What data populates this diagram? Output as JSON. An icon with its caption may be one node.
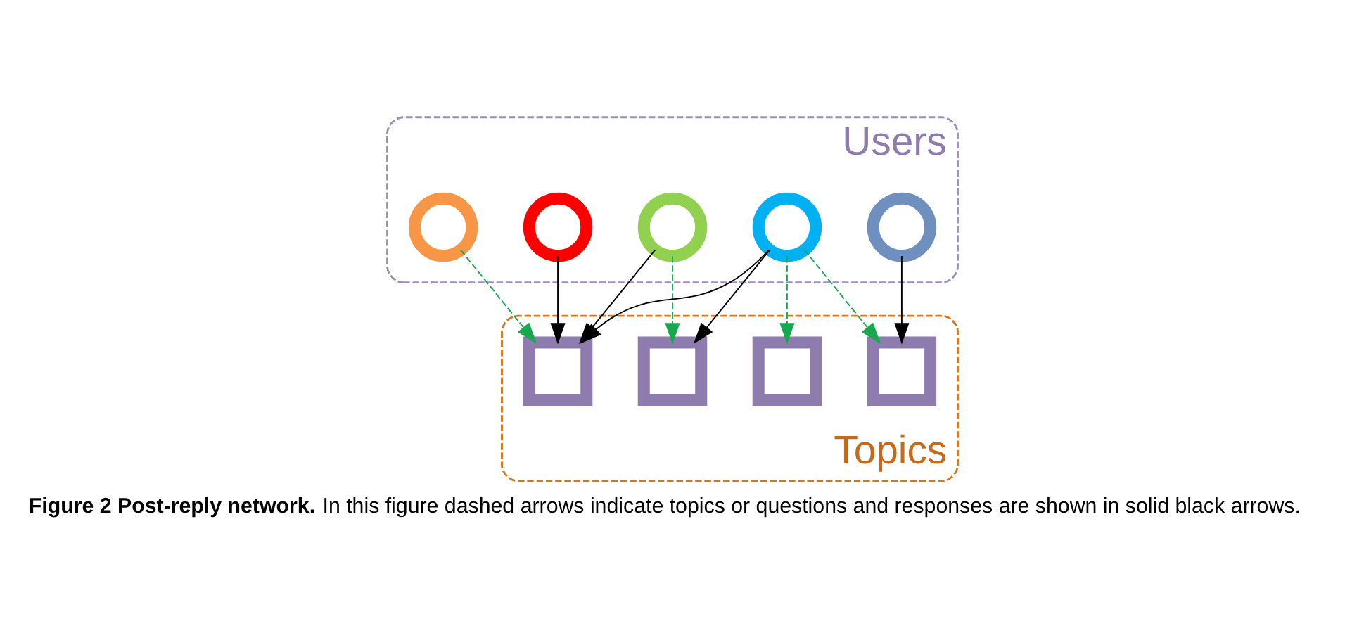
{
  "diagram": {
    "caption": "**Figure 2 Post-reply network.** In this figure dashed arrows indicate topics or questions and responses are shown in solid black arrows.",
    "nodes": [
      {
        "text": [
          "Users"
        ]
      },
      {
        "text": [],
        "shape": "circle",
        "in": 0
      },
      {
        "text": [],
        "shape": "circle",
        "in": 0
      },
      {
        "text": [],
        "shape": "circle",
        "in": 0
      },
      {
        "text": [],
        "shape": "circle",
        "in": 0
      },
      {
        "text": [],
        "shape": "circle",
        "in": 0
      },
      {
        "text": [
          "Topics"
        ]
      },
      {
        "text": [],
        "shape": "box",
        "in": 6
      },
      {
        "text": [],
        "shape": "box",
        "in": 6
      },
      {
        "text": [],
        "shape": "box",
        "in": 6
      },
      {
        "text": [],
        "shape": "box",
        "in": 6
      }
    ],
    "edges": [
      {
        "from": 1,
        "to": 7,
        "arrow": "to",
        "style": "dashed",
        "color": "#19a84f"
      },
      {
        "from": 2,
        "to": 7,
        "arrow": "to"
      },
      {
        "from": 3,
        "to": 7,
        "arrow": "to"
      },
      {
        "from": 3,
        "to": 8,
        "arrow": "to",
        "style": "dashed",
        "color": "#19a84f"
      },
      {
        "from": 4,
        "to": 7,
        "arrow": "to"
      },
      {
        "from": 4,
        "to": 8,
        "arrow": "to"
      },
      {
        "from": 4,
        "to": 9,
        "arrow": "to",
        "style": "dashed",
        "color": "#19a84f"
      },
      {
        "from": 4,
        "to": 10,
        "arrow": "to",
        "style": "dashed",
        "color": "#19a84f"
      },
      {
        "from": 5,
        "to": 10,
        "arrow": "to"
      }
    ]
  }
}
